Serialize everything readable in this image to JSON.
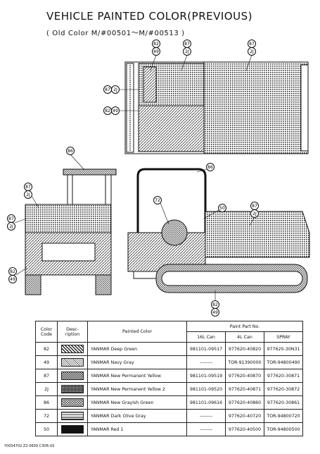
{
  "title": "VEHICLE PAINTED COLOR(PREVIOUS)",
  "subtitle": "( Old Color  M/#00501～M/#00513 )",
  "callouts": {
    "top_a": [
      "82",
      "49"
    ],
    "top_b": [
      "87",
      "2J"
    ],
    "top_c": [
      "87",
      "2J"
    ],
    "top_d": [
      "87",
      "2J"
    ],
    "top_e": [
      "82",
      "49"
    ],
    "front_a": "86",
    "front_b": [
      "87",
      "2J"
    ],
    "front_c": [
      "87",
      "2J"
    ],
    "front_d": [
      "82",
      "49"
    ],
    "side_a": "86",
    "side_b": "72",
    "side_c": "50",
    "side_d": [
      "87",
      "2J"
    ],
    "side_e": [
      "82",
      "49"
    ]
  },
  "table": {
    "headers": {
      "code": "Color\nCode",
      "desc": "Desc-\nription",
      "painted": "Painted Color",
      "paint_part": "Paint Part No.",
      "can16": "16L Can",
      "can4": "4L Can",
      "spray": "SPRAY"
    },
    "rows": [
      {
        "code": "82",
        "name": "YANMAR Deep Green",
        "can16": "981101-09517",
        "can4": "977620-40820",
        "spray": "977620-30N31",
        "pattern": "diag"
      },
      {
        "code": "49",
        "name": "YANMAR Navy Gray",
        "can16": "--------",
        "can4": "TOR-91390000",
        "spray": "TOR-94800490",
        "pattern": "diagfine"
      },
      {
        "code": "87",
        "name": "YANMAR New Permanent Yellow",
        "can16": "981101-09519",
        "can4": "977620-40870",
        "spray": "977620-30871",
        "pattern": "check"
      },
      {
        "code": "2J",
        "name": "YANMAR New Permanent Yellow 2",
        "can16": "981101-09520",
        "can4": "977620-40871",
        "spray": "977620-30872",
        "pattern": "checkdense"
      },
      {
        "code": "86",
        "name": "YANMAR New Grayish Green",
        "can16": "981101-09616",
        "can4": "977620-40860",
        "spray": "977620-30861",
        "pattern": "cross"
      },
      {
        "code": "72",
        "name": "YANMAR Dark Olive Gray",
        "can16": "--------",
        "can4": "977620-40720",
        "spray": "TOR-94800720",
        "pattern": "horiz"
      },
      {
        "code": "50",
        "name": "YANMAR Red 1",
        "can16": "--------",
        "can4": "977620-40500",
        "spray": "TOR-94800500",
        "pattern": "solid"
      }
    ]
  },
  "footer": "Y00S4702 Z2-0609 C30R-US"
}
